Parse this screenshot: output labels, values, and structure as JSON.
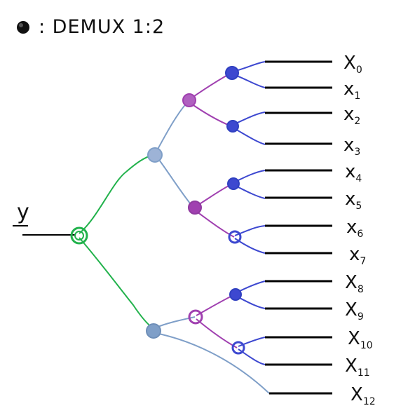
{
  "legend": {
    "marker_color": "#111111",
    "text": ": DEMUX 1:2"
  },
  "input": {
    "label": "y"
  },
  "outputs": [
    {
      "base": "X",
      "sub": "0"
    },
    {
      "base": "x",
      "sub": "1"
    },
    {
      "base": "x",
      "sub": "2"
    },
    {
      "base": "x",
      "sub": "3"
    },
    {
      "base": "x",
      "sub": "4"
    },
    {
      "base": "x",
      "sub": "5"
    },
    {
      "base": "x",
      "sub": "6"
    },
    {
      "base": "x",
      "sub": "7"
    },
    {
      "base": "X",
      "sub": "8"
    },
    {
      "base": "X",
      "sub": "9"
    },
    {
      "base": "X",
      "sub": "10"
    },
    {
      "base": "X",
      "sub": "11"
    },
    {
      "base": "X",
      "sub": "12"
    }
  ],
  "colors": {
    "level1": "#22b24c",
    "level2": "#7f9fc8",
    "level3": "#a040b0",
    "level4": "#3d48d0",
    "output_line": "#000000",
    "input_line": "#000000"
  }
}
